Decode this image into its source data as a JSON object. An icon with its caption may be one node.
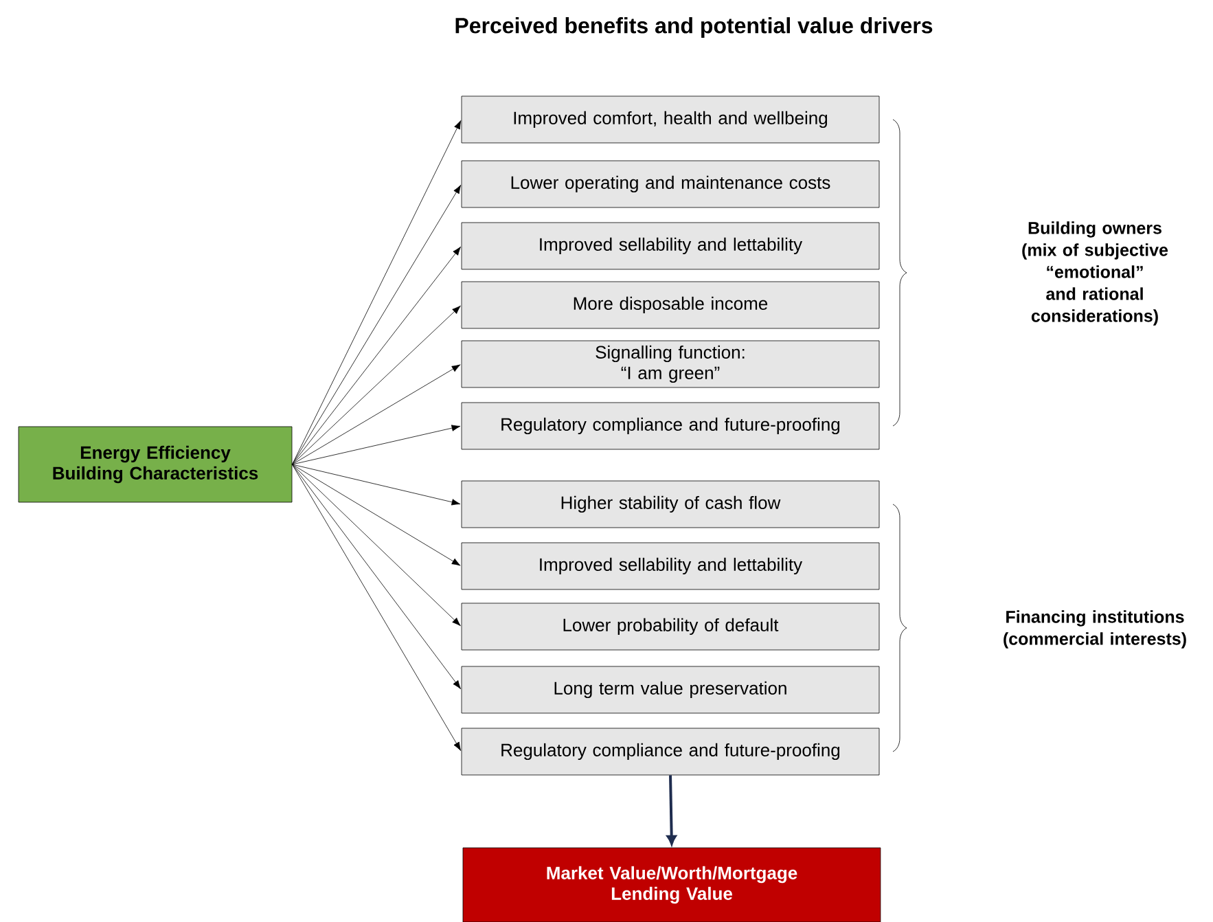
{
  "diagram": {
    "title": "Perceived benefits and potential value drivers",
    "nodes": [
      {
        "text": [
          "Energy Efficiency Building Characteristics"
        ]
      },
      {
        "text": [
          "Improved comfort, health and wellbeing"
        ]
      },
      {
        "text": [
          "Lower operating and maintenance costs"
        ]
      },
      {
        "text": [
          "Improved sellability and lettability"
        ]
      },
      {
        "text": [
          "More disposable income"
        ]
      },
      {
        "text": [
          "Signalling function: “I am green”"
        ]
      },
      {
        "text": [
          "Regulatory compliance and future-proofing"
        ]
      },
      {
        "text": [
          "Higher stability of cash flow"
        ]
      },
      {
        "text": [
          "Improved sellability and lettability"
        ]
      },
      {
        "text": [
          "Lower probability of default"
        ]
      },
      {
        "text": [
          "Long term value preservation"
        ]
      },
      {
        "text": [
          "Regulatory compliance and future-proofing"
        ]
      },
      {
        "text": [
          "Market Value/Worth/Mortgage Lending Value"
        ]
      }
    ],
    "edges": [
      {
        "from": 0,
        "to": 1,
        "arrow": "to"
      },
      {
        "from": 0,
        "to": 2,
        "arrow": "to"
      },
      {
        "from": 0,
        "to": 3,
        "arrow": "to"
      },
      {
        "from": 0,
        "to": 4,
        "arrow": "to"
      },
      {
        "from": 0,
        "to": 5,
        "arrow": "to"
      },
      {
        "from": 0,
        "to": 6,
        "arrow": "to"
      },
      {
        "from": 0,
        "to": 7,
        "arrow": "to"
      },
      {
        "from": 0,
        "to": 8,
        "arrow": "to"
      },
      {
        "from": 0,
        "to": 9,
        "arrow": "to"
      },
      {
        "from": 0,
        "to": 10,
        "arrow": "to"
      },
      {
        "from": 0,
        "to": 11,
        "arrow": "to"
      },
      {
        "from": 11,
        "to": 12,
        "arrow": "to",
        "style": "thick",
        "color": "#1f2d4f"
      }
    ],
    "labels": [
      "Building owners (mix of subjective “emotional” and rational considerations)",
      "Financing institutions (commercial interests)"
    ]
  }
}
